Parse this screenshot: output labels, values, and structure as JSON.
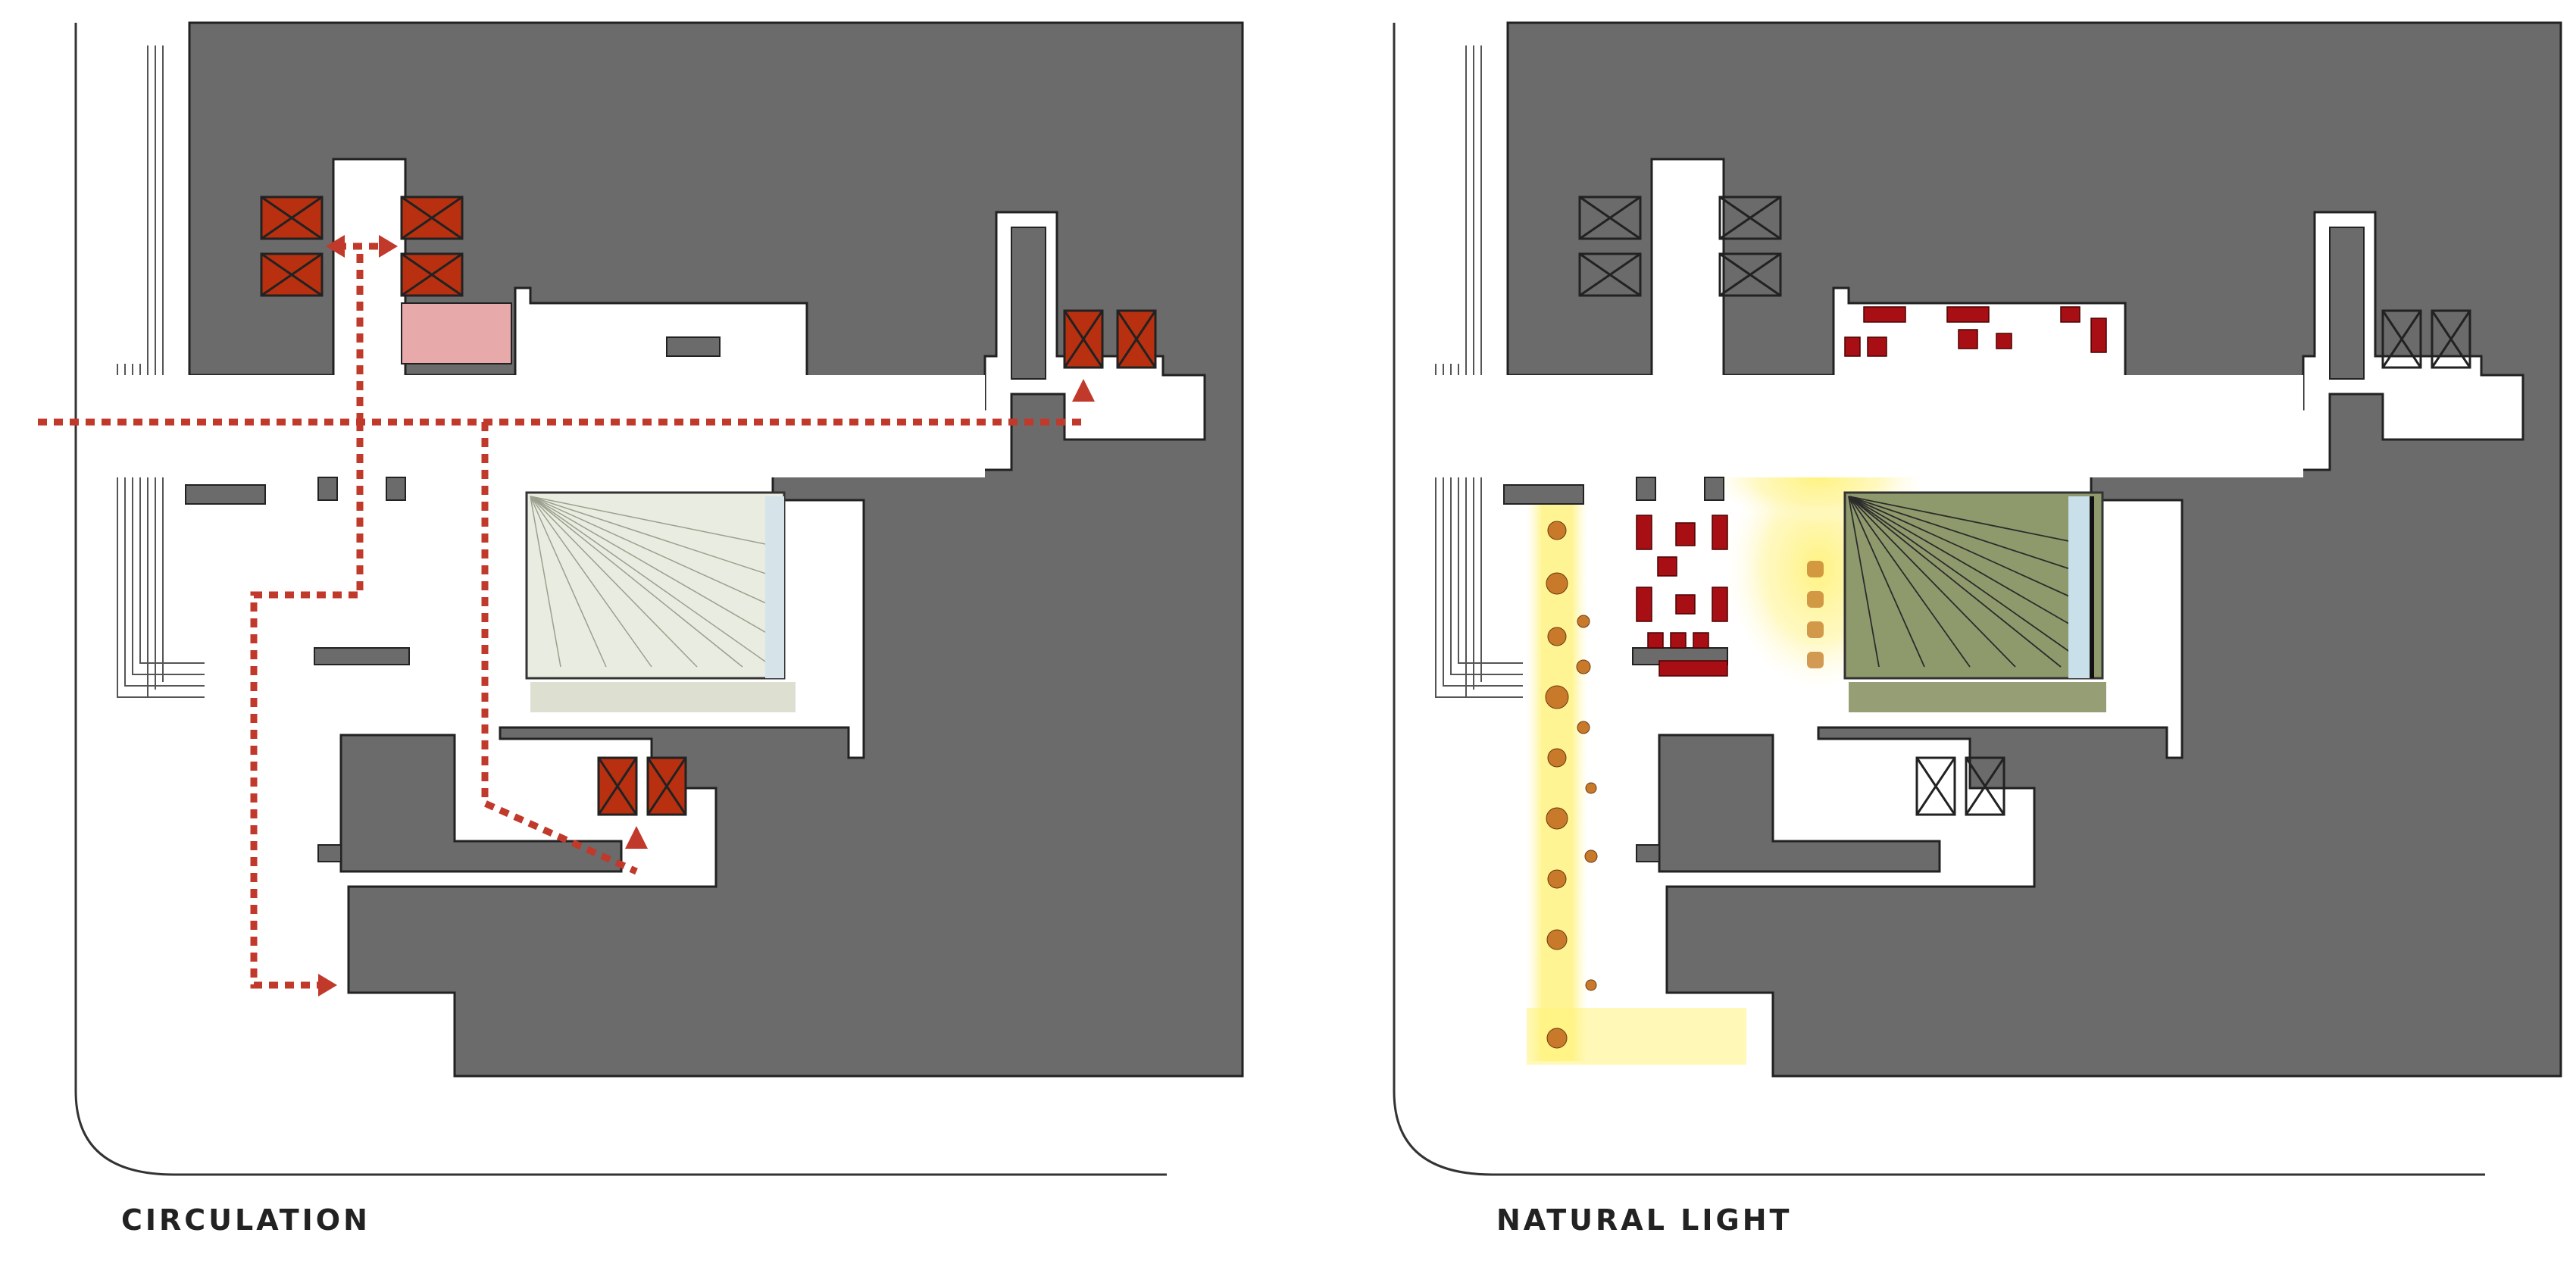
{
  "panels": [
    {
      "title": "CIRCULATION",
      "theme": "circulation"
    },
    {
      "title": "NATURAL LIGHT",
      "theme": "natural-light"
    }
  ],
  "colors": {
    "solid_mass": "#6b6b6b",
    "elevator_red": "#b8300f",
    "arrow_red": "#c0392b",
    "daylight_glow": "#fff48a",
    "furniture_red": "#a80f14",
    "lightwell_pale": "#e9ece0",
    "lightwell_green": "#8f9a6c",
    "hatch_pink": "#e7a9a9"
  }
}
